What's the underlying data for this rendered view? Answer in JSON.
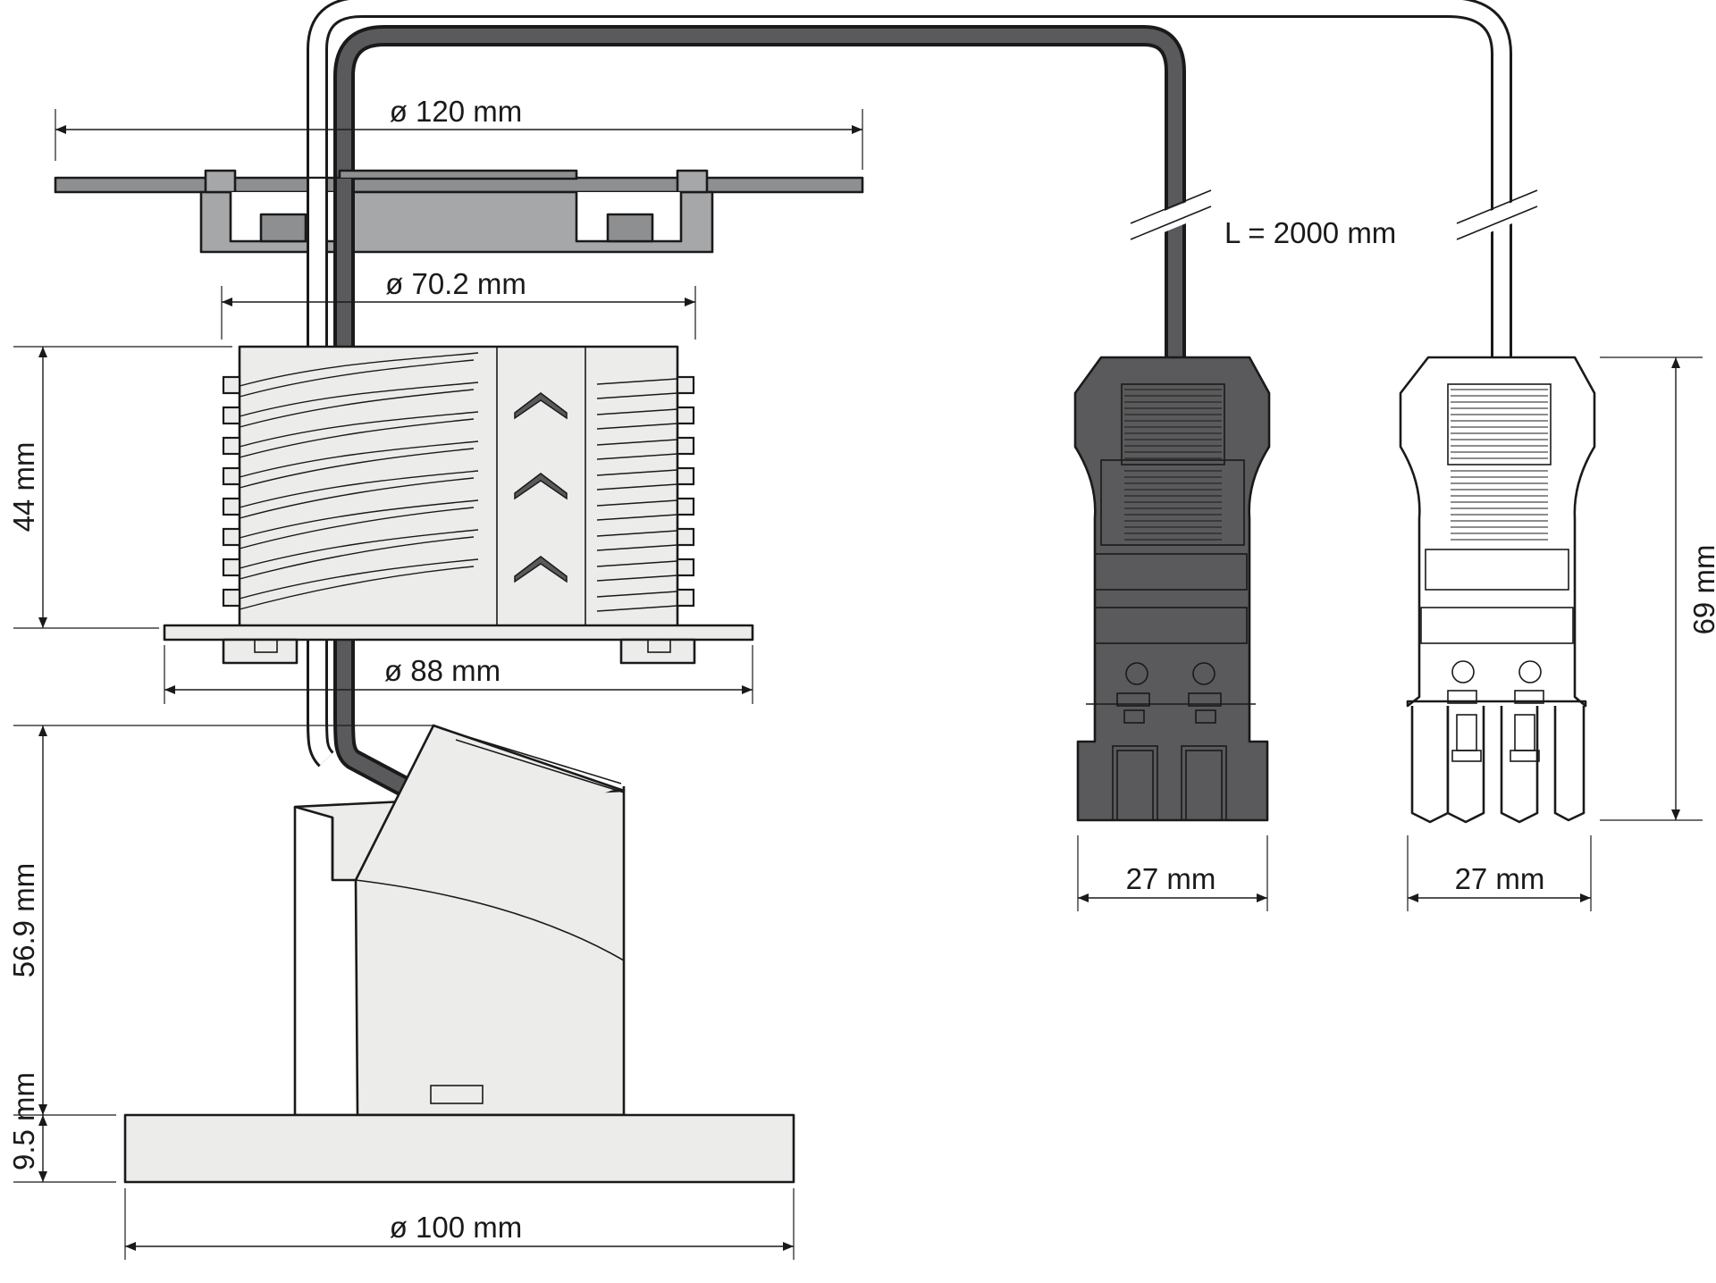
{
  "dimensions": {
    "top_plate_diameter": "ø 120 mm",
    "body_diameter": "ø 70.2 mm",
    "flange_diameter": "ø 88 mm",
    "base_diameter": "ø 100 mm",
    "body_height": "44 mm",
    "head_height": "56.9 mm",
    "base_height": "9.5 mm",
    "cable_length": "L = 2000 mm",
    "connector_height": "69 mm",
    "connector_left_width": "27 mm",
    "connector_right_width": "27 mm"
  },
  "colors": {
    "dark_connector": "#5a595b",
    "light_connector": "#ffffff",
    "housing_light": "#ecedeb",
    "clamp_grey": "#a6a7a9",
    "plate_grey": "#8e8f91",
    "cable_dark": "#5a595b",
    "cable_light": "#ffffff",
    "line": "#1a1a1a"
  }
}
